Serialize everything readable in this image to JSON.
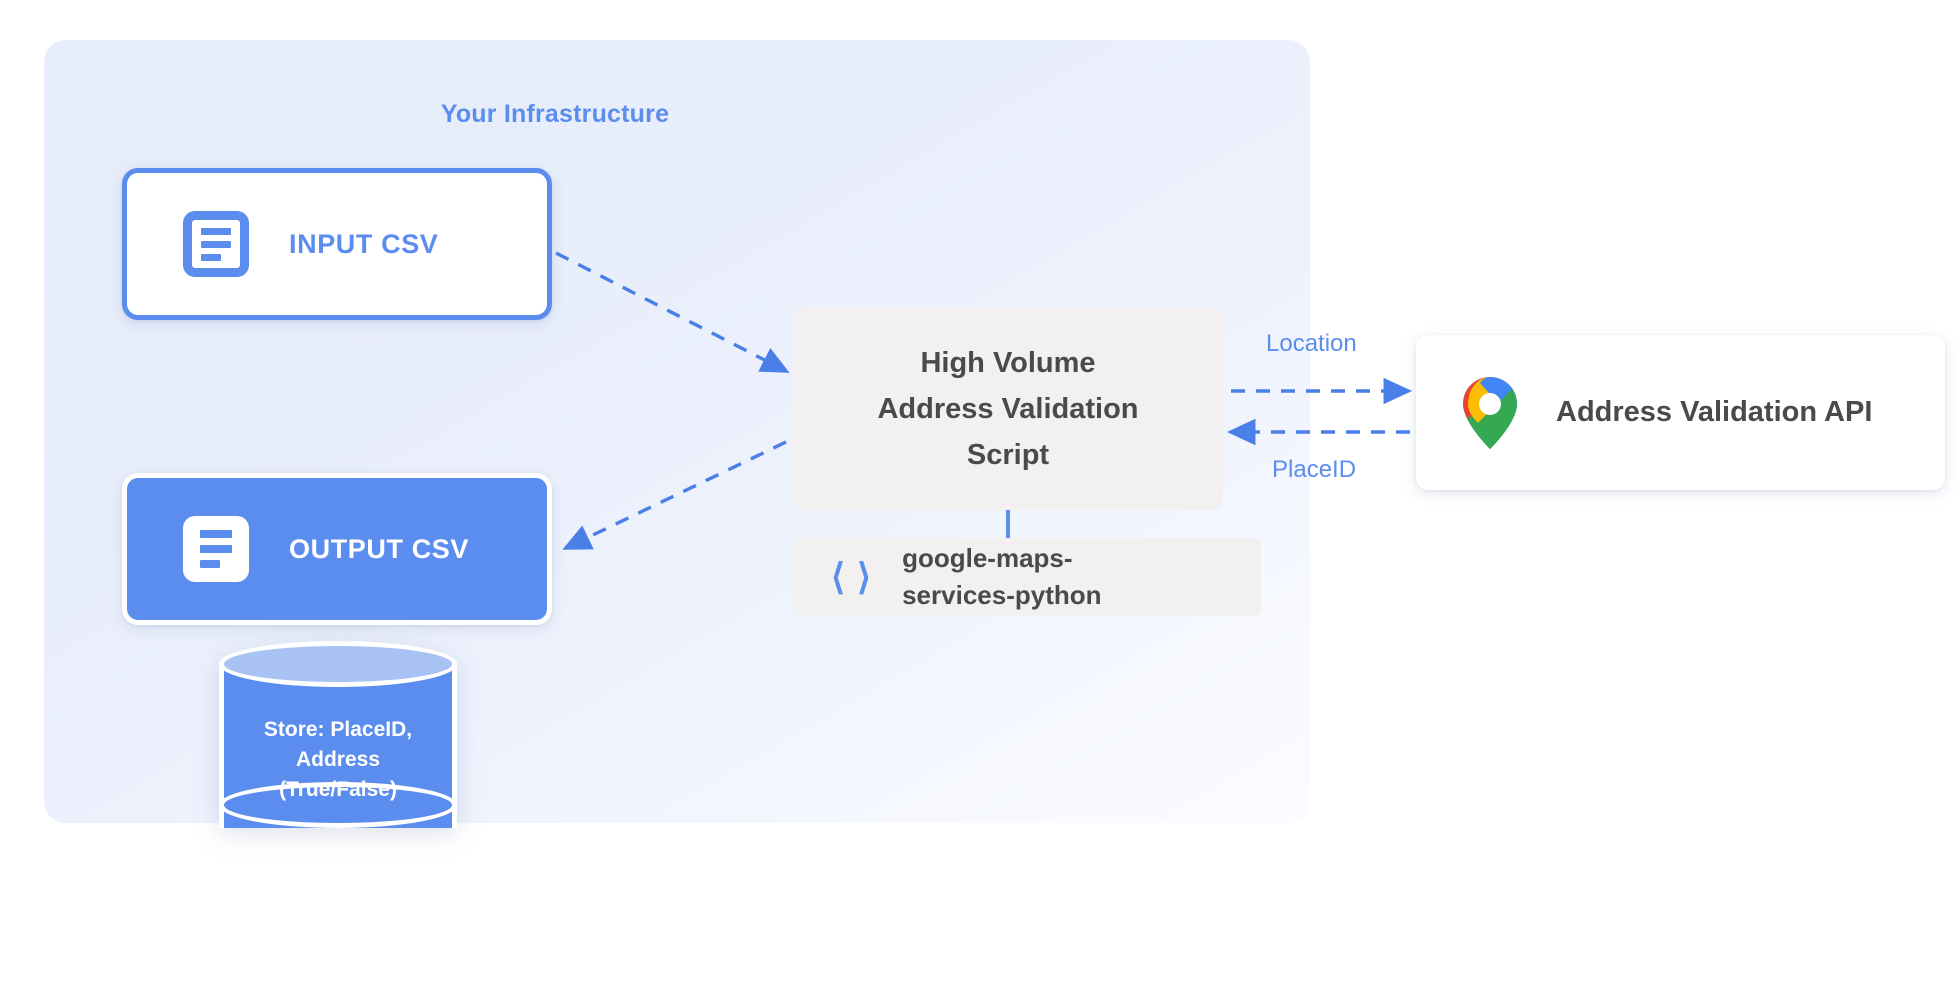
{
  "panel": {
    "title": "Your Infrastructure"
  },
  "nodes": {
    "input_csv": {
      "label": "INPUT CSV",
      "icon": "document-icon"
    },
    "output_csv": {
      "label": "OUTPUT CSV",
      "icon": "document-icon"
    },
    "database": {
      "line1": "Store: PlaceID,",
      "line2": "Address",
      "line3": "(True/False)"
    },
    "script": {
      "line1": "High Volume",
      "line2": "Address Validation",
      "line3": "Script"
    },
    "library": {
      "icon": "code-brackets-icon",
      "line1": "google-maps-",
      "line2": "services-python"
    },
    "api": {
      "label": "Address Validation API",
      "icon": "google-maps-pin-icon"
    }
  },
  "edges": {
    "location_label": "Location",
    "placeid_label": "PlaceID"
  },
  "colors": {
    "accent_blue": "#5b8def",
    "panel_bg": "#e8edfb",
    "box_gray": "#f2f1f0",
    "text_dark": "#4a4a4a",
    "db_top": "#a8c2f4",
    "maps_blue": "#4285f4",
    "maps_red": "#ea4335",
    "maps_yellow": "#fbbc04",
    "maps_green": "#34a853"
  }
}
